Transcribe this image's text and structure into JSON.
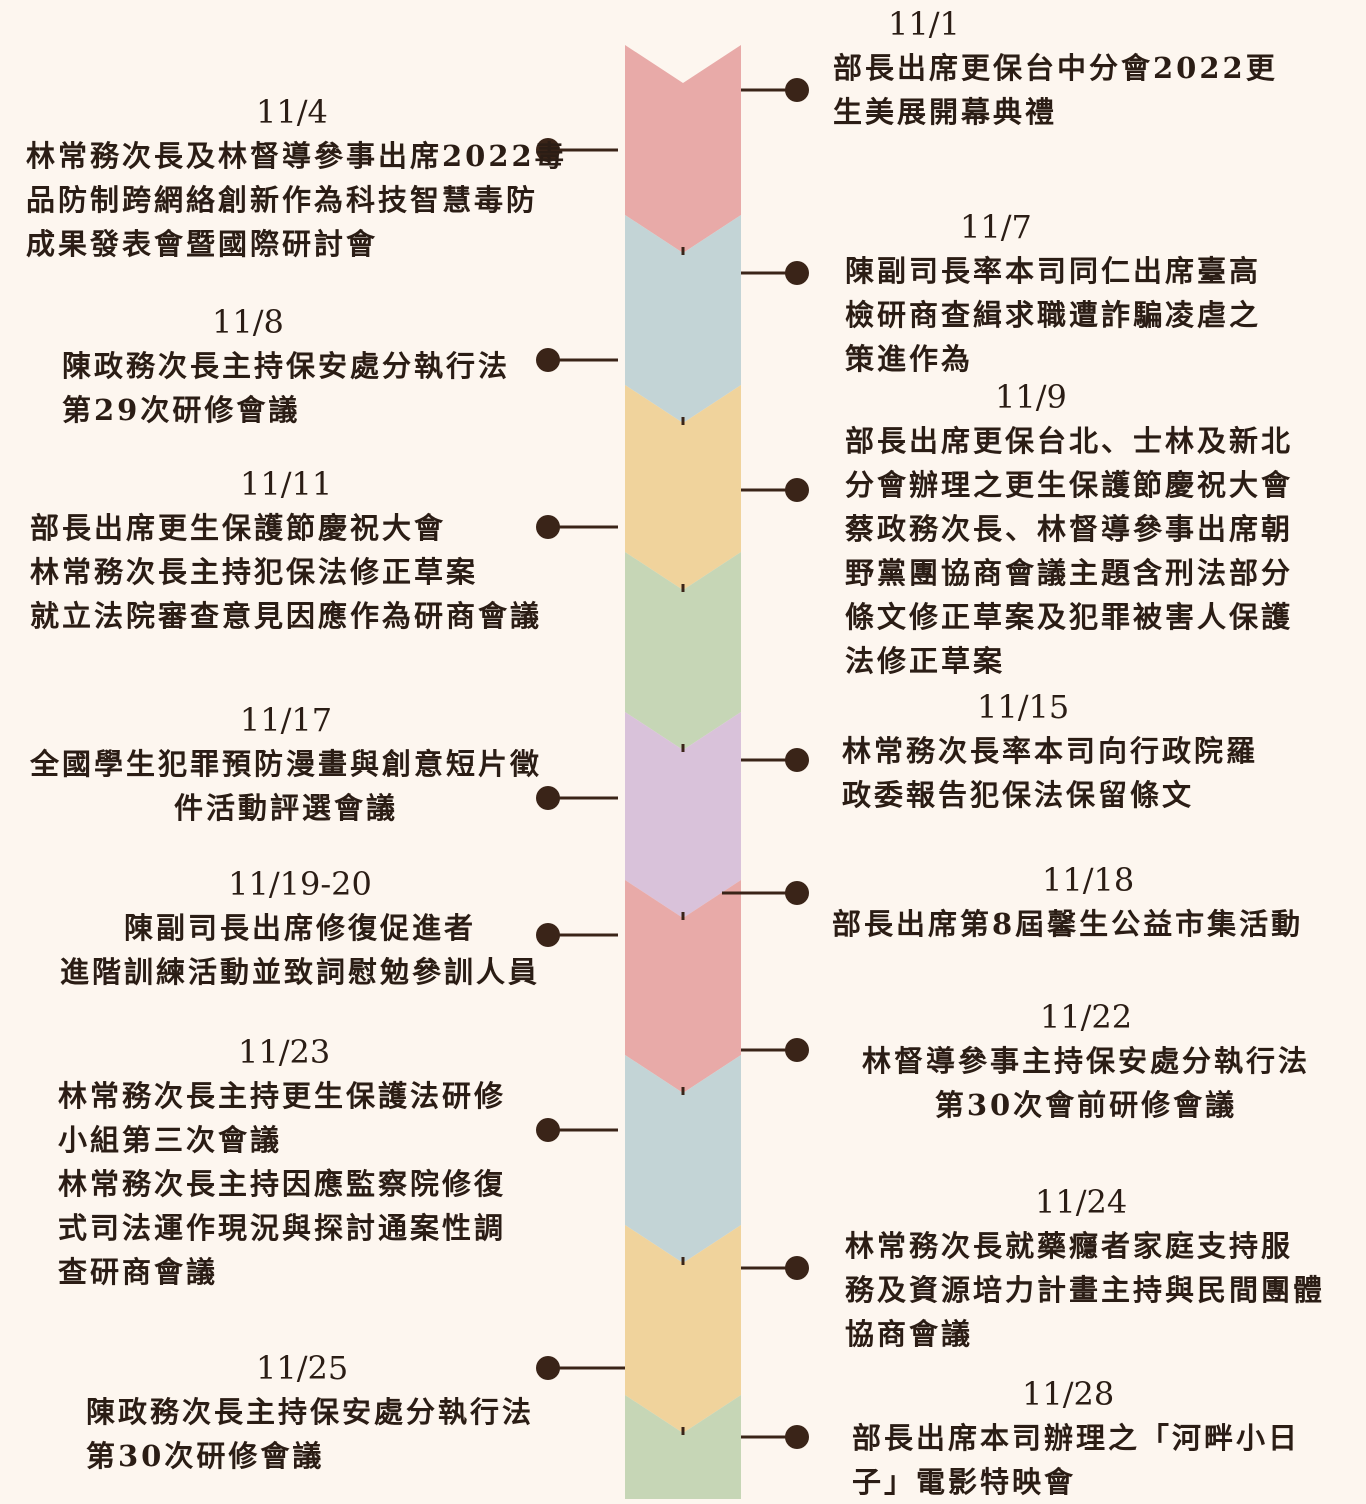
{
  "colors": {
    "background": "#fdf6ef",
    "connector": "#3a2418",
    "chevrons": [
      "#e8aaa8",
      "#c3d4d6",
      "#f0d39c",
      "#c6d6b6",
      "#d9c2da",
      "#e8aaa8",
      "#c3d4d6",
      "#f0d39c",
      "#c6d6b6"
    ]
  },
  "right_events": [
    {
      "date": "11/1",
      "lines": [
        "部長出席更保台中分會2022更",
        "生美展開幕典禮"
      ]
    },
    {
      "date": "11/7",
      "lines": [
        "陳副司長率本司同仁出席臺高",
        "檢研商查緝求職遭詐騙凌虐之",
        "策進作為"
      ]
    },
    {
      "date": "11/9",
      "lines": [
        "部長出席更保台北、士林及新北",
        "分會辦理之更生保護節慶祝大會",
        "蔡政務次長、林督導參事出席朝",
        "野黨團協商會議主題含刑法部分",
        "條文修正草案及犯罪被害人保護",
        "法修正草案"
      ]
    },
    {
      "date": "11/15",
      "lines": [
        "林常務次長率本司向行政院羅",
        "政委報告犯保法保留條文"
      ]
    },
    {
      "date": "11/18",
      "lines": [
        "部長出席第8屆馨生公益市集活動"
      ]
    },
    {
      "date": "11/22",
      "lines": [
        "林督導參事主持保安處分執行法",
        "第30次會前研修會議"
      ]
    },
    {
      "date": "11/24",
      "lines": [
        "林常務次長就藥癮者家庭支持服",
        "務及資源培力計畫主持與民間團體",
        "協商會議"
      ]
    },
    {
      "date": "11/28",
      "lines": [
        "部長出席本司辦理之「河畔小日",
        "子」電影特映會"
      ]
    }
  ],
  "left_events": [
    {
      "date": "11/4",
      "lines": [
        "林常務次長及林督導參事出席2022毒",
        "品防制跨網絡創新作為科技智慧毒防",
        "成果發表會暨國際研討會"
      ]
    },
    {
      "date": "11/8",
      "lines": [
        "陳政務次長主持保安處分執行法",
        "第29次研修會議"
      ]
    },
    {
      "date": "11/11",
      "lines": [
        "部長出席更生保護節慶祝大會",
        "林常務次長主持犯保法修正草案",
        "就立法院審查意見因應作為研商會議"
      ]
    },
    {
      "date": "11/17",
      "lines": [
        "全國學生犯罪預防漫畫與創意短片徵",
        "件活動評選會議"
      ]
    },
    {
      "date": "11/19-20",
      "lines": [
        "陳副司長出席修復促進者",
        "進階訓練活動並致詞慰勉參訓人員"
      ]
    },
    {
      "date": "11/23",
      "lines": [
        "林常務次長主持更生保護法研修",
        "小組第三次會議",
        "林常務次長主持因應監察院修復",
        "式司法運作現況與探討通案性調",
        "查研商會議"
      ]
    },
    {
      "date": "11/25",
      "lines": [
        "陳政務次長主持保安處分執行法",
        "第30次研修會議"
      ]
    }
  ]
}
